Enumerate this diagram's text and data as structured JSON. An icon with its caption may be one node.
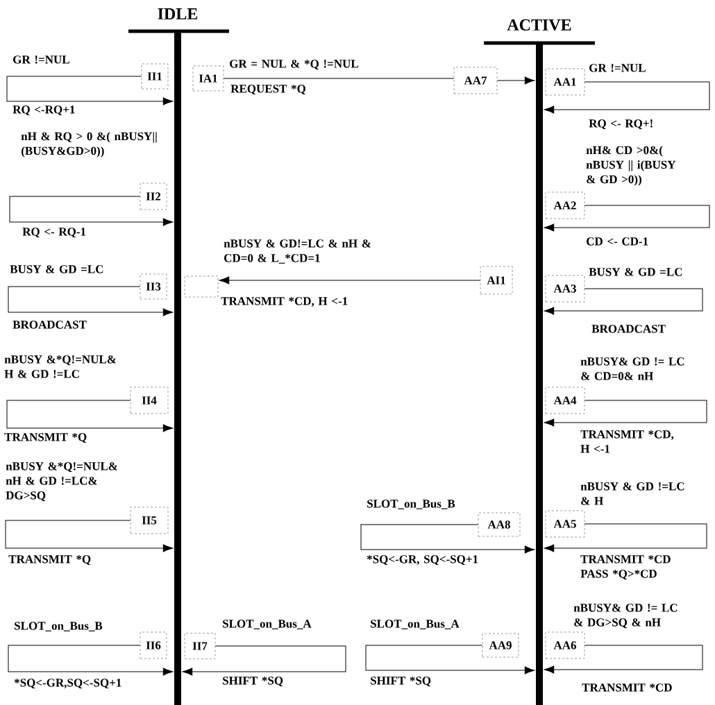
{
  "diagram": {
    "nodes": [
      {
        "text": [],
        "shape": "bar"
      },
      {
        "text": [],
        "shape": "bar"
      },
      {
        "text": [
          "II1"
        ]
      },
      {
        "text": [
          "IA1"
        ]
      },
      {
        "text": [
          "AA7"
        ]
      },
      {
        "text": [
          "AA1"
        ]
      },
      {
        "text": [
          "II2"
        ]
      },
      {
        "text": [
          "AA2"
        ]
      },
      {
        "text": [
          "II3"
        ]
      },
      {
        "text": [],
        "shape": "box"
      },
      {
        "text": [
          "AI1"
        ]
      },
      {
        "text": [
          "AA3"
        ]
      },
      {
        "text": [
          "II4"
        ]
      },
      {
        "text": [
          "AA4"
        ]
      },
      {
        "text": [
          "II5"
        ]
      },
      {
        "text": [
          "AA8"
        ]
      },
      {
        "text": [
          "AA5"
        ]
      },
      {
        "text": [
          "II6"
        ]
      },
      {
        "text": [
          "II7"
        ]
      },
      {
        "text": [
          "AA9"
        ]
      },
      {
        "text": [
          "AA6"
        ]
      }
    ],
    "edges": [
      {
        "from": 2,
        "to": 0,
        "arrow": "to",
        "label": "RQ <-RQ+1"
      },
      {
        "from": 3,
        "to": 4,
        "arrow": "none",
        "label": "REQUEST *Q"
      },
      {
        "from": 4,
        "to": 1,
        "arrow": "to"
      },
      {
        "from": 5,
        "to": 1,
        "arrow": "to",
        "label": "RQ <- RQ+!"
      },
      {
        "from": 6,
        "to": 0,
        "arrow": "to",
        "label": "RQ <- RQ-1"
      },
      {
        "from": 7,
        "to": 1,
        "arrow": "to",
        "label": "CD <- CD-1"
      },
      {
        "from": 8,
        "to": 0,
        "arrow": "to",
        "label": "BROADCAST"
      },
      {
        "from": 10,
        "to": 9,
        "arrow": "to",
        "label": "TRANSMIT *CD, H <-1"
      },
      {
        "from": 11,
        "to": 1,
        "arrow": "to",
        "label": "BROADCAST"
      },
      {
        "from": 12,
        "to": 0,
        "arrow": "to",
        "label": "TRANSMIT *Q"
      },
      {
        "from": 13,
        "to": 1,
        "arrow": "to",
        "label": "TRANSMIT *CD, H <-1"
      },
      {
        "from": 14,
        "to": 0,
        "arrow": "to",
        "label": "TRANSMIT *Q"
      },
      {
        "from": 15,
        "to": 1,
        "arrow": "to",
        "label": "*SQ<-GR, SQ<-SQ+1"
      },
      {
        "from": 16,
        "to": 1,
        "arrow": "to",
        "label": "TRANSMIT *CD PASS *Q>*CD"
      },
      {
        "from": 17,
        "to": 0,
        "arrow": "to",
        "label": "*SQ<-GR,SQ<-SQ+1"
      },
      {
        "from": 18,
        "to": 0,
        "arrow": "to",
        "label": "SHIFT *SQ"
      },
      {
        "from": 19,
        "to": 1,
        "arrow": "to",
        "label": "SHIFT *SQ"
      },
      {
        "from": 20,
        "to": 1,
        "arrow": "to",
        "label": "TRANSMIT *CD"
      }
    ],
    "labels": [
      "IDLE",
      "ACTIVE",
      "GR !=NUL",
      "GR = NUL & *Q !=NUL",
      "GR !=NUL",
      "nH & RQ > 0 &( nBUSY|| (BUSY&GD>0))",
      "nH& CD >0&( nBUSY || i(BUSY & GD >0))",
      "nBUSY & GD!=LC & nH & CD=0 & L_*CD=1",
      "BUSY & GD =LC",
      "BUSY & GD =LC",
      "nBUSY &*Q!=NUL& H & GD !=LC",
      "nBUSY& GD != LC & CD=0& nH",
      "nBUSY &*Q!=NUL& nH & GD !=LC& DG>SQ",
      "nBUSY & GD !=LC & H",
      "SLOT_on_Bus_B",
      "nBUSY& GD != LC & DG>SQ & nH",
      "SLOT_on_Bus_B",
      "SLOT_on_Bus_A",
      "SLOT_on_Bus_A"
    ]
  }
}
